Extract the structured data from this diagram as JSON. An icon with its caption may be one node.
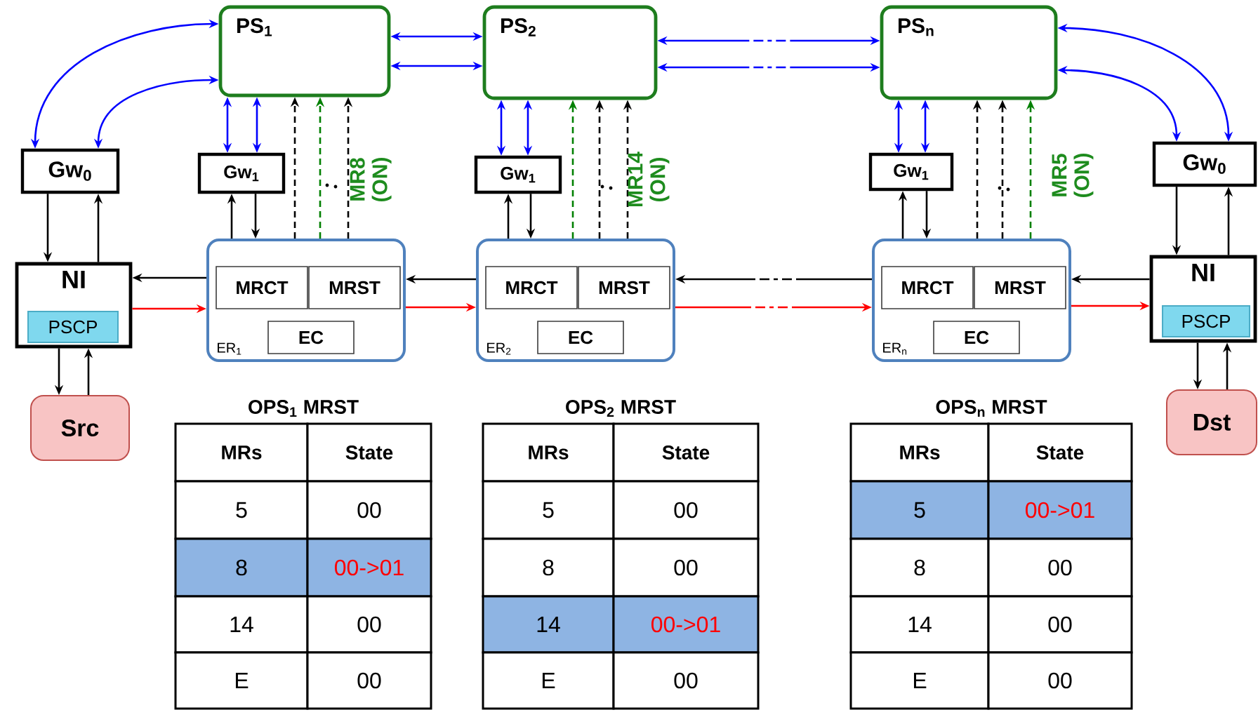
{
  "diagram": {
    "nodes": [
      {
        "text": [
          "PS$_{1}$"
        ]
      },
      {
        "text": [
          "PS$_{2}$"
        ]
      },
      {
        "text": [
          "PS$_{n}$"
        ]
      },
      {
        "text": [
          "Gw$_{0}$"
        ]
      },
      {
        "text": [
          "Gw$_{1}$"
        ]
      },
      {
        "text": [
          "Gw$_{1}$"
        ]
      },
      {
        "text": [
          "Gw$_{1}$"
        ]
      },
      {
        "text": [
          "Gw$_{0}$"
        ]
      },
      {
        "text": [
          "NI"
        ]
      },
      {
        "text": [
          "PSCP"
        ],
        "in": 8
      },
      {
        "text": [
          "ER$_{1}$"
        ]
      },
      {
        "text": [
          "MRCT"
        ],
        "in": 10
      },
      {
        "text": [
          "MRST"
        ],
        "in": 10
      },
      {
        "text": [
          "EC"
        ],
        "in": 10
      },
      {
        "text": [
          "ER$_{2}$"
        ]
      },
      {
        "text": [
          "MRCT"
        ],
        "in": 14
      },
      {
        "text": [
          "MRST"
        ],
        "in": 14
      },
      {
        "text": [
          "EC"
        ],
        "in": 14
      },
      {
        "text": [
          "ER$_{n}$"
        ]
      },
      {
        "text": [
          "MRCT"
        ],
        "in": 18
      },
      {
        "text": [
          "MRST"
        ],
        "in": 18
      },
      {
        "text": [
          "EC"
        ],
        "in": 18
      },
      {
        "text": [
          "NI"
        ]
      },
      {
        "text": [
          "PSCP"
        ],
        "in": 22
      },
      {
        "text": [
          "Src"
        ]
      },
      {
        "text": [
          "Dst"
        ]
      }
    ],
    "edges": [
      {
        "from": 3,
        "to": 0,
        "arrow": "both",
        "color": "#0000ff"
      },
      {
        "from": 3,
        "to": 0,
        "arrow": "both",
        "color": "#0000ff"
      },
      {
        "from": 0,
        "to": 1,
        "arrow": "both",
        "color": "#0000ff"
      },
      {
        "from": 0,
        "to": 1,
        "arrow": "both",
        "color": "#0000ff"
      },
      {
        "from": 1,
        "to": 2,
        "arrow": "both",
        "color": "#0000ff",
        "style": "dashed"
      },
      {
        "from": 1,
        "to": 2,
        "arrow": "both",
        "color": "#0000ff",
        "style": "dashed"
      },
      {
        "from": 4,
        "to": 0,
        "arrow": "both",
        "color": "#0000ff"
      },
      {
        "from": 4,
        "to": 0,
        "arrow": "both",
        "color": "#0000ff"
      },
      {
        "from": 5,
        "to": 1,
        "arrow": "both",
        "color": "#0000ff"
      },
      {
        "from": 5,
        "to": 1,
        "arrow": "both",
        "color": "#0000ff"
      },
      {
        "from": 6,
        "to": 2,
        "arrow": "both",
        "color": "#0000ff"
      },
      {
        "from": 6,
        "to": 2,
        "arrow": "both",
        "color": "#0000ff"
      },
      {
        "from": 7,
        "to": 2,
        "arrow": "both",
        "color": "#0000ff"
      },
      {
        "from": 7,
        "to": 2,
        "arrow": "both",
        "color": "#0000ff"
      },
      {
        "from": 10,
        "to": 4,
        "arrow": "to"
      },
      {
        "from": 4,
        "to": 10,
        "arrow": "to"
      },
      {
        "from": 14,
        "to": 5,
        "arrow": "to"
      },
      {
        "from": 5,
        "to": 14,
        "arrow": "to"
      },
      {
        "from": 18,
        "to": 6,
        "arrow": "to"
      },
      {
        "from": 6,
        "to": 18,
        "arrow": "to"
      },
      {
        "from": 10,
        "to": 0,
        "arrow": "to",
        "style": "dashed"
      },
      {
        "from": 10,
        "to": 0,
        "arrow": "to",
        "style": "dashed",
        "color": "#008000"
      },
      {
        "from": 10,
        "to": 0,
        "arrow": "to",
        "style": "dashed"
      },
      {
        "from": 14,
        "to": 1,
        "arrow": "to",
        "style": "dashed",
        "color": "#008000"
      },
      {
        "from": 14,
        "to": 1,
        "arrow": "to",
        "style": "dashed"
      },
      {
        "from": 14,
        "to": 1,
        "arrow": "to",
        "style": "dashed"
      },
      {
        "from": 18,
        "to": 2,
        "arrow": "to",
        "style": "dashed"
      },
      {
        "from": 18,
        "to": 2,
        "arrow": "to",
        "style": "dashed"
      },
      {
        "from": 18,
        "to": 2,
        "arrow": "to",
        "style": "dashed",
        "color": "#008000"
      },
      {
        "from": 3,
        "to": 8,
        "arrow": "to"
      },
      {
        "from": 8,
        "to": 3,
        "arrow": "to"
      },
      {
        "from": 8,
        "to": 24,
        "arrow": "to"
      },
      {
        "from": 24,
        "to": 8,
        "arrow": "to"
      },
      {
        "from": 10,
        "to": 8,
        "arrow": "to"
      },
      {
        "from": 8,
        "to": 10,
        "arrow": "to",
        "color": "#ff0000"
      },
      {
        "from": 14,
        "to": 10,
        "arrow": "to"
      },
      {
        "from": 10,
        "to": 14,
        "arrow": "to",
        "color": "#ff0000"
      },
      {
        "from": 18,
        "to": 14,
        "arrow": "to",
        "style": "dashed"
      },
      {
        "from": 14,
        "to": 18,
        "arrow": "to",
        "style": "dashed",
        "color": "#ff0000"
      },
      {
        "from": 22,
        "to": 18,
        "arrow": "to"
      },
      {
        "from": 18,
        "to": 22,
        "arrow": "to",
        "color": "#ff0000"
      },
      {
        "from": 7,
        "to": 22,
        "arrow": "to"
      },
      {
        "from": 22,
        "to": 7,
        "arrow": "to"
      },
      {
        "from": 22,
        "to": 25,
        "arrow": "to"
      },
      {
        "from": 25,
        "to": 22,
        "arrow": "to"
      }
    ],
    "labels": [
      "MR8 (ON)",
      "MR14 (ON)",
      "MR5 (ON)",
      "OPS$_{1}$ MRST",
      "MRs",
      "State",
      "5",
      "00",
      "8",
      "00->01",
      "14",
      "00",
      "E",
      "00",
      "OPS$_{2}$ MRST",
      "MRs",
      "State",
      "5",
      "00",
      "8",
      "00",
      "14",
      "00->01",
      "E",
      "00",
      "OPS$_{n}$ MRST",
      "MRs",
      "State",
      "5",
      "00->01",
      "8",
      "00",
      "14",
      "00",
      "E",
      "00"
    ]
  }
}
